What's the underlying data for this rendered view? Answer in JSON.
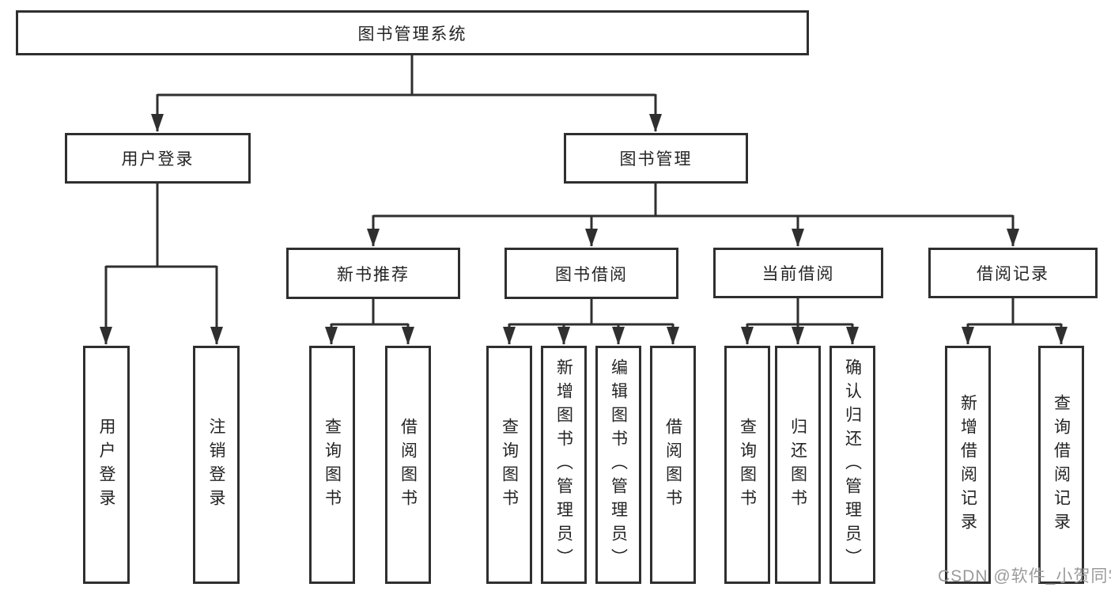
{
  "diagram": {
    "type": "tree",
    "root": {
      "label": "图书管理系统",
      "children": [
        {
          "label": "用户登录",
          "children": [
            {
              "label": "用户登录"
            },
            {
              "label": "注销登录"
            }
          ]
        },
        {
          "label": "图书管理",
          "children": [
            {
              "label": "新书推荐",
              "children": [
                {
                  "label": "查询图书"
                },
                {
                  "label": "借阅图书"
                }
              ]
            },
            {
              "label": "图书借阅",
              "children": [
                {
                  "label": "查询图书"
                },
                {
                  "label": "新增图书（管理员）"
                },
                {
                  "label": "编辑图书（管理员）"
                },
                {
                  "label": "借阅图书"
                }
              ]
            },
            {
              "label": "当前借阅",
              "children": [
                {
                  "label": "查询图书"
                },
                {
                  "label": "归还图书"
                },
                {
                  "label": "确认归还（管理员）"
                }
              ]
            },
            {
              "label": "借阅记录",
              "children": [
                {
                  "label": "新增借阅记录"
                },
                {
                  "label": "查询借阅记录"
                }
              ]
            }
          ]
        }
      ]
    }
  },
  "watermark": {
    "text": "CSDN @软件_小贺同学"
  },
  "colors": {
    "line": "#2f2f2f",
    "box_border": "#2f2f2f",
    "box_fill": "#ffffff",
    "text": "#242424",
    "watermark": "#9b9b9b",
    "background": "#ffffff"
  }
}
